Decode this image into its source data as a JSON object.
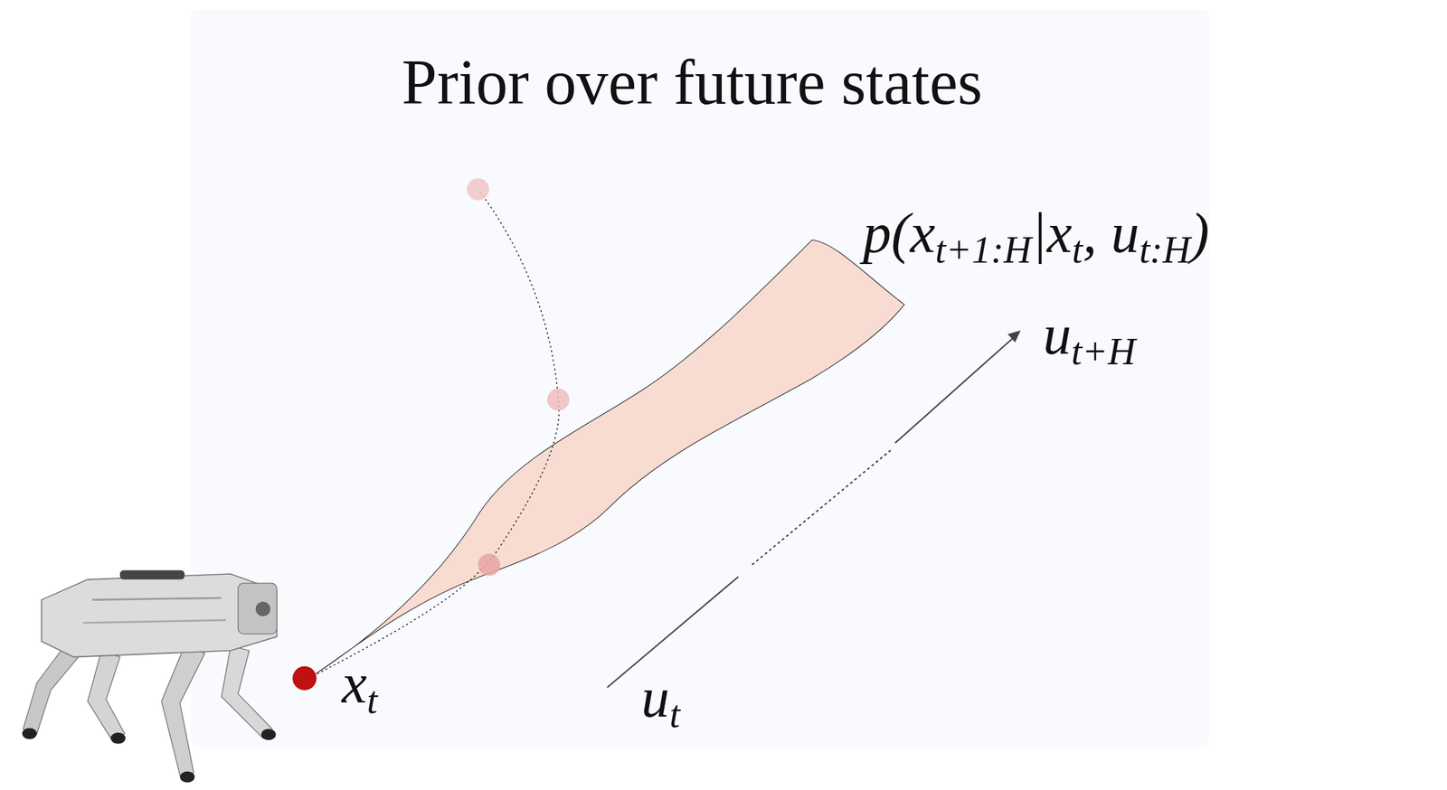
{
  "diagram": {
    "title": "Prior over future states",
    "labels": [
      "p(x",
      "t+1:H",
      "|x",
      "t",
      ", u",
      "t:H",
      ")",
      "u",
      "t+H",
      "x",
      "t",
      "u",
      "t"
    ]
  }
}
